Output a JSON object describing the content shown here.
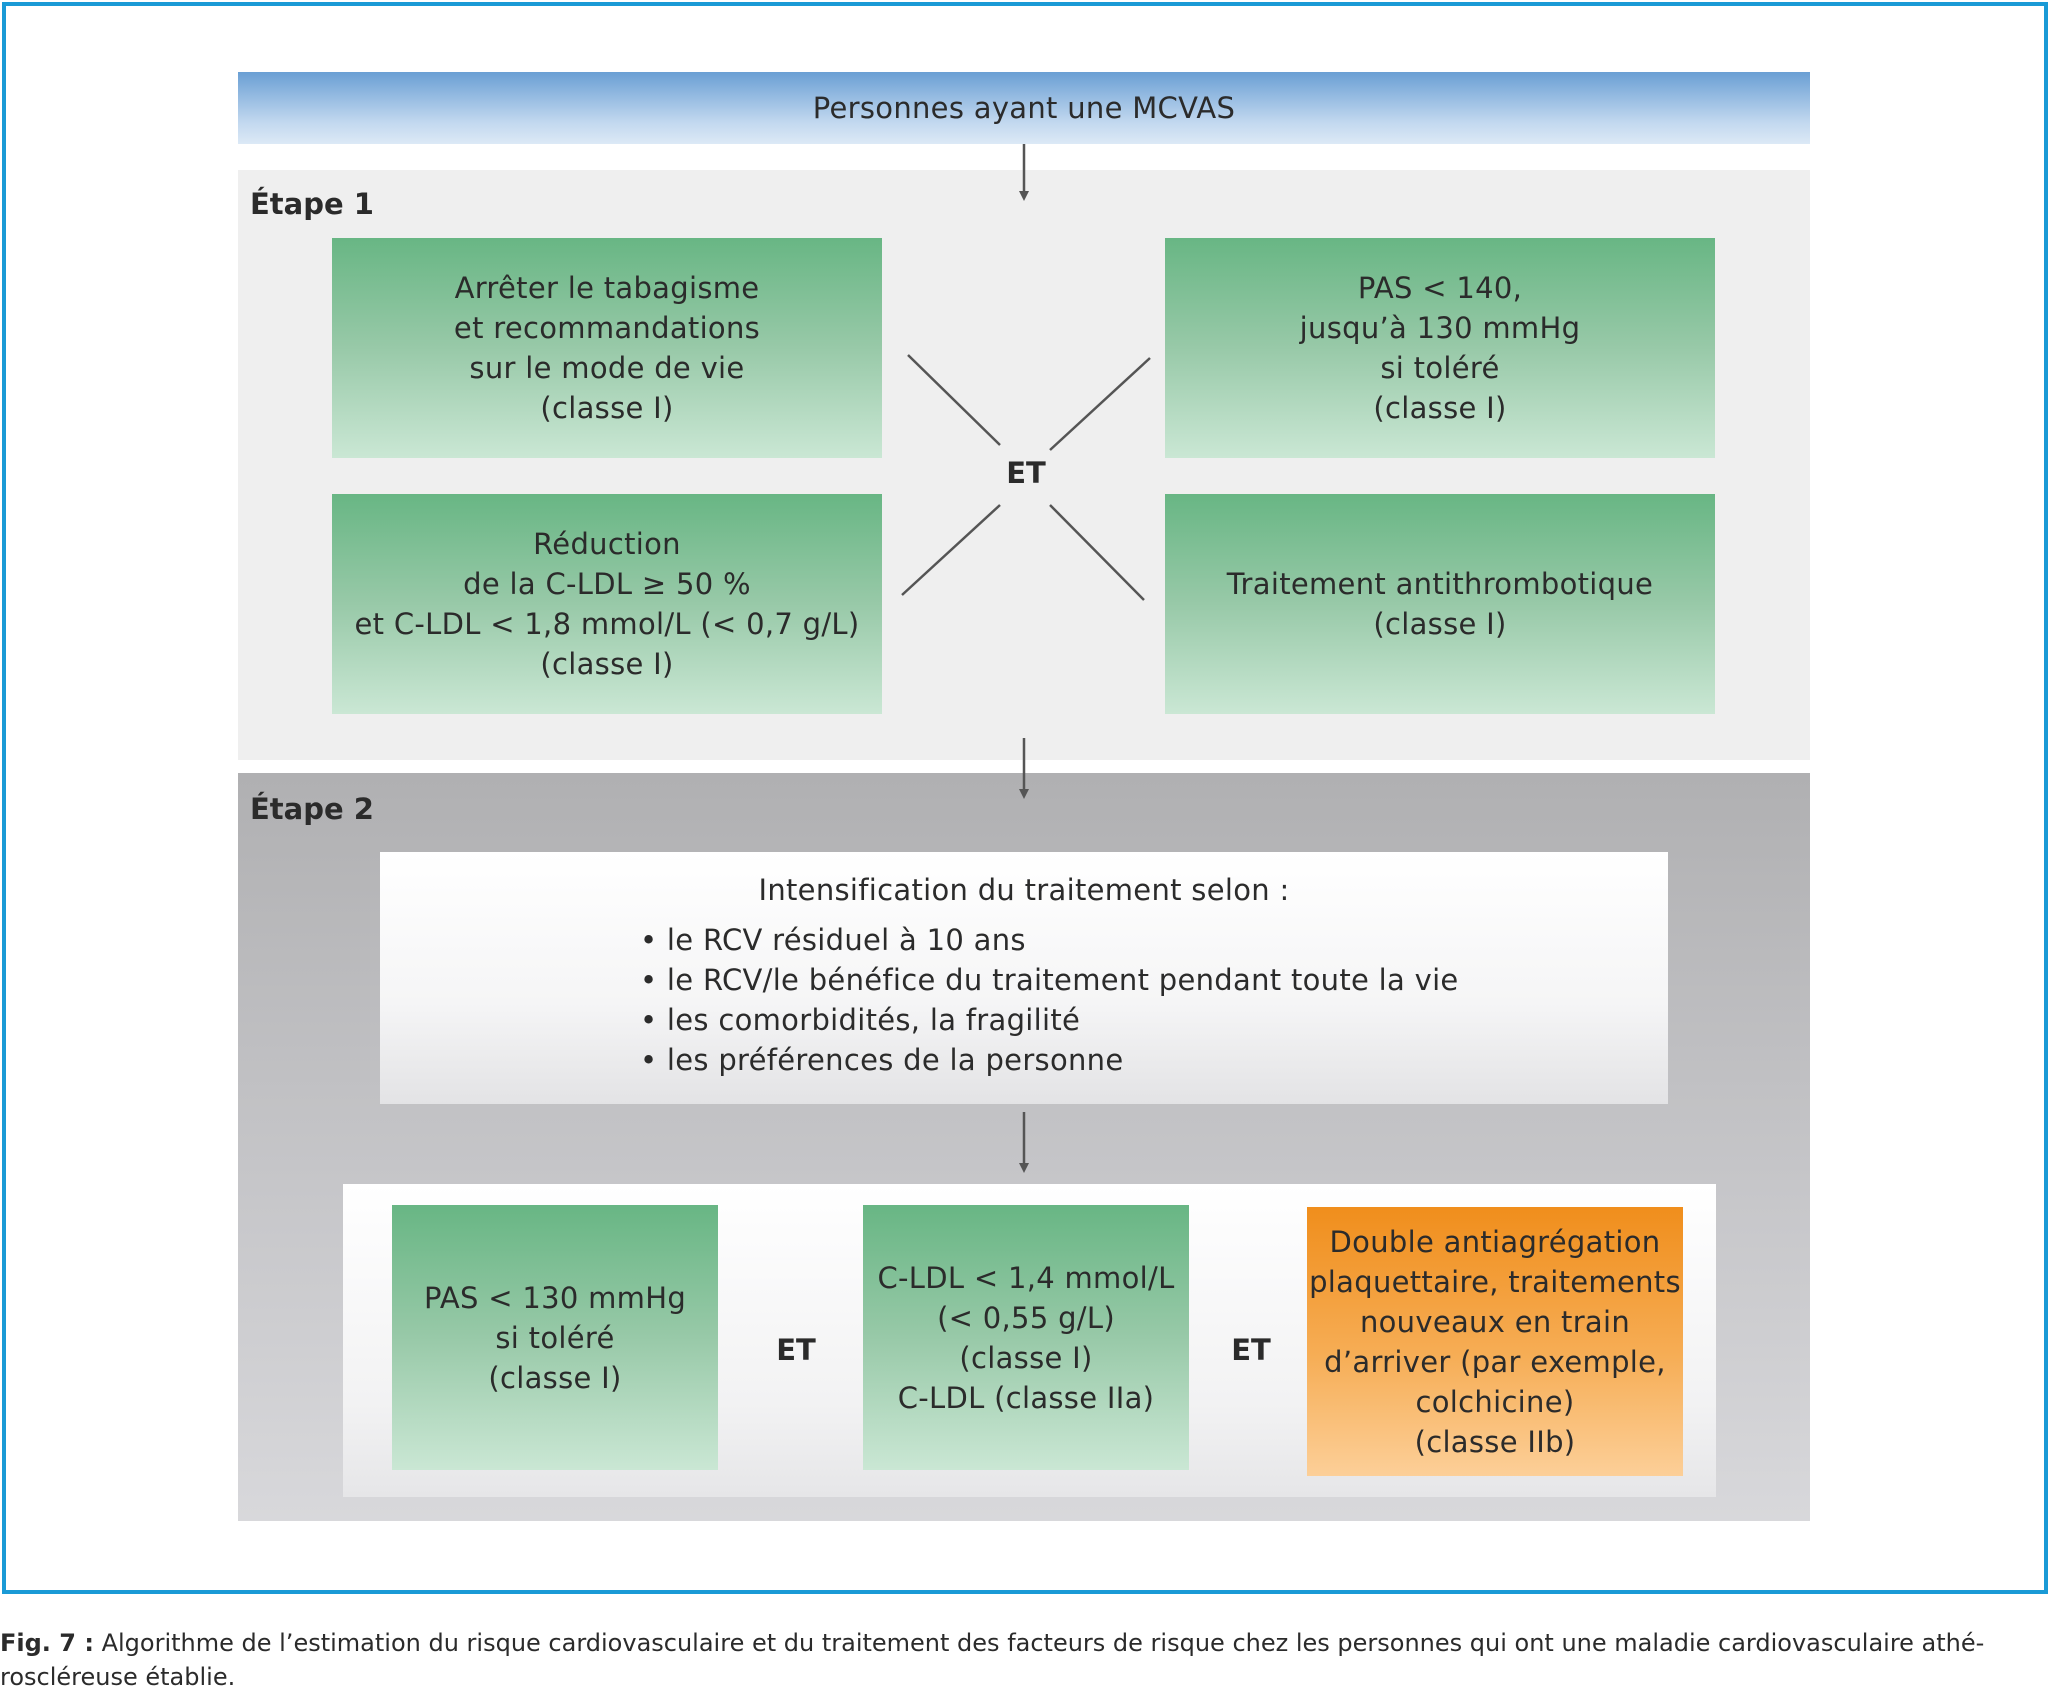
{
  "header": {
    "title": "Personnes ayant une MCVAS"
  },
  "step1": {
    "label": "Étape 1",
    "connector": "ET",
    "boxes": [
      {
        "lines": [
          "Arrêter le tabagisme",
          "et recommandations",
          "sur le mode de vie",
          "(classe I)"
        ]
      },
      {
        "lines": [
          "PAS < 140,",
          "jusqu’à 130 mmHg",
          "si toléré",
          "(classe I)"
        ]
      },
      {
        "lines": [
          "Réduction",
          "de la C-LDL ≥ 50 %",
          "et C-LDL < 1,8 mmol/L (< 0,7 g/L)",
          "(classe I)"
        ]
      },
      {
        "lines": [
          "Traitement antithrombotique",
          "(classe I)"
        ]
      }
    ]
  },
  "step2": {
    "label": "Étape 2",
    "intensification": {
      "title": "Intensification du traitement selon :",
      "bullets": [
        "• le RCV résiduel à 10 ans",
        "• le RCV/le bénéfice du traitement pendant toute la vie",
        "• les comorbidités, la fragilité",
        "• les préférences de la personne"
      ]
    },
    "targets": [
      {
        "lines": [
          "PAS < 130 mmHg",
          "si toléré",
          "(classe I)"
        ]
      },
      {
        "lines": [
          "C-LDL < 1,4 mmol/L",
          "(< 0,55 g/L)",
          "(classe I)",
          "C-LDL (classe IIa)"
        ]
      },
      {
        "lines": [
          "Double antiagrégation",
          "plaquettaire, traitements",
          "nouveaux en train",
          "d’arriver (par exemple,",
          "colchicine)",
          "(classe IIb)"
        ]
      }
    ],
    "connectors": [
      "ET",
      "ET"
    ]
  },
  "caption": {
    "label": "Fig. 7 :",
    "line1": "Algorithme de l’estimation du risque cardiovasculaire et du traitement des facteurs de risque chez les personnes qui ont une maladie cardiovasculaire athé-",
    "line2": "roscléreuse établie."
  },
  "colors": {
    "frame": "#1a9ad6",
    "green_box": "#68b684",
    "orange_box": "#f08e1c",
    "header_bar": "#6a9fd4",
    "step1_bg": "#efefef",
    "step2_bg": "#b0b0b2"
  }
}
